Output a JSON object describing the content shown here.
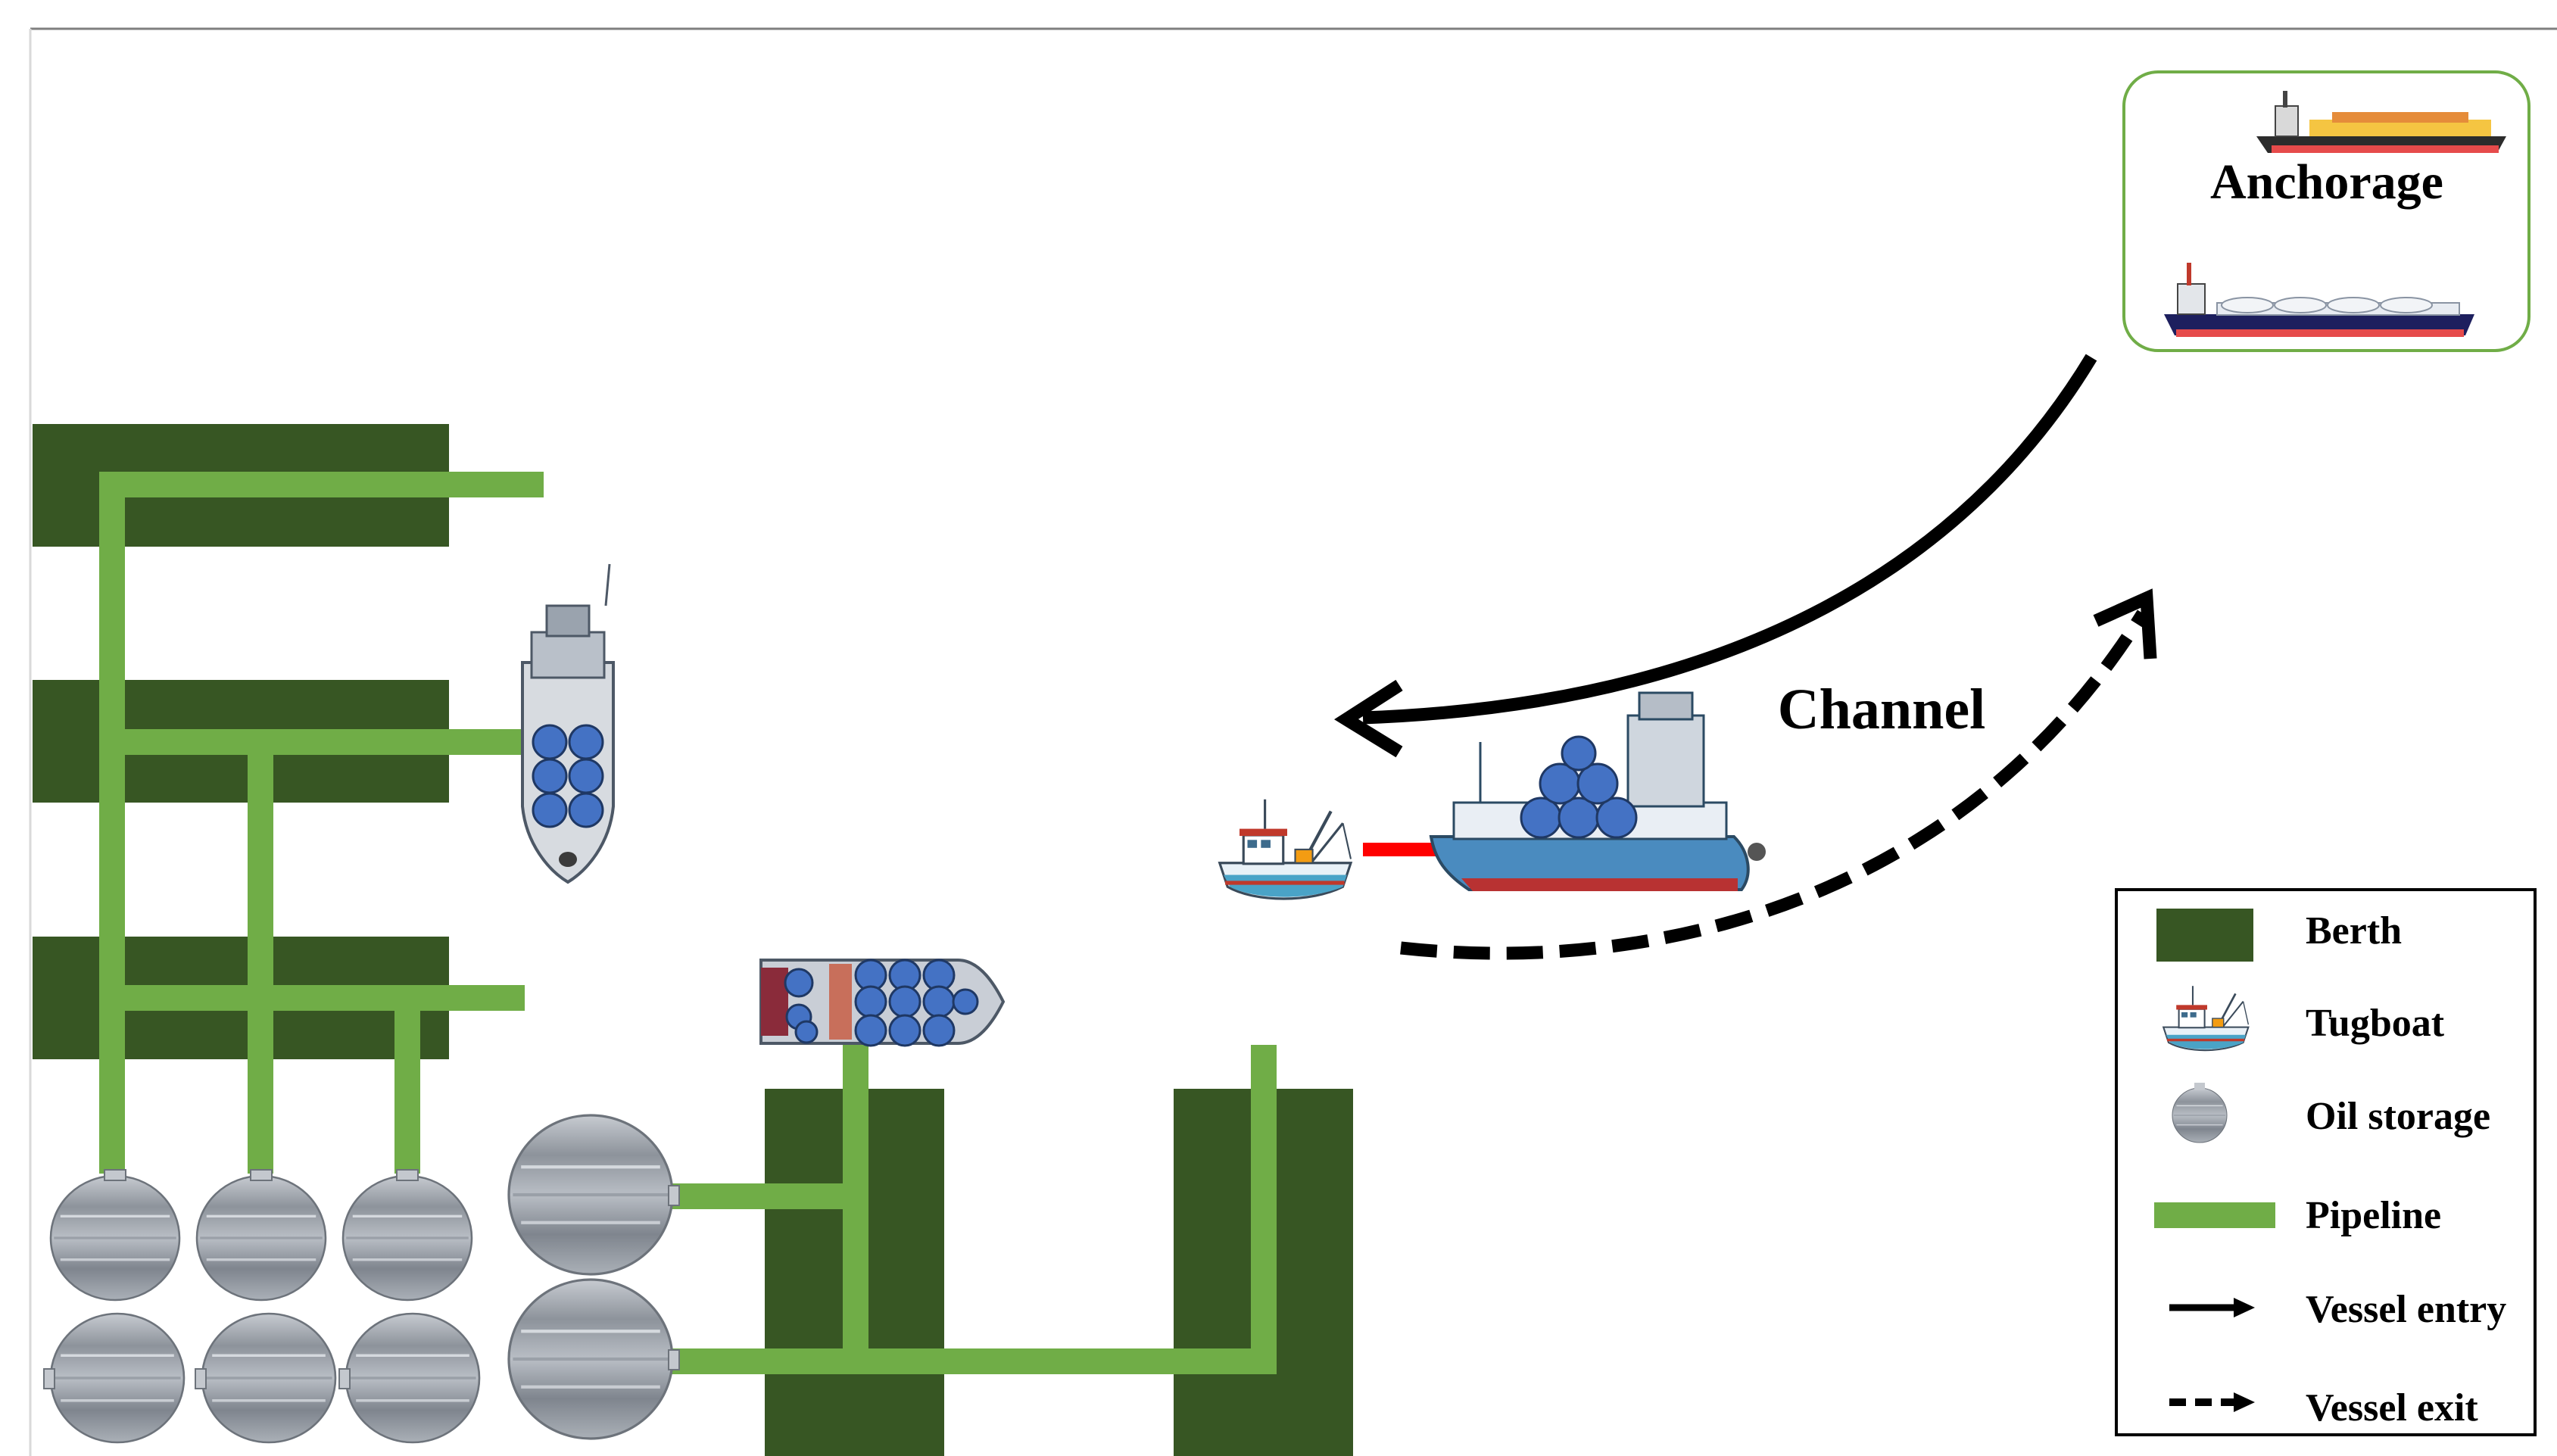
{
  "labels": {
    "anchorage": "Anchorage",
    "channel": "Channel"
  },
  "legend": {
    "berth": "Berth",
    "tugboat": "Tugboat",
    "oil_storage": "Oil storage",
    "pipeline": "Pipeline",
    "vessel_entry": "Vessel entry",
    "vessel_exit": "Vessel exit"
  },
  "colors": {
    "berth": "#375623",
    "pipeline": "#70AD47",
    "anchorage_border": "#70AD47",
    "cargo_barrel": "#4472C4",
    "tow_line": "#FF0000",
    "arrow": "#000000"
  },
  "icons": {
    "tugboat": "tugboat-icon",
    "oil_storage": "oil-storage-tank-icon",
    "vessel": "cargo-vessel-icon",
    "lng_carrier": "lng-carrier-icon"
  }
}
